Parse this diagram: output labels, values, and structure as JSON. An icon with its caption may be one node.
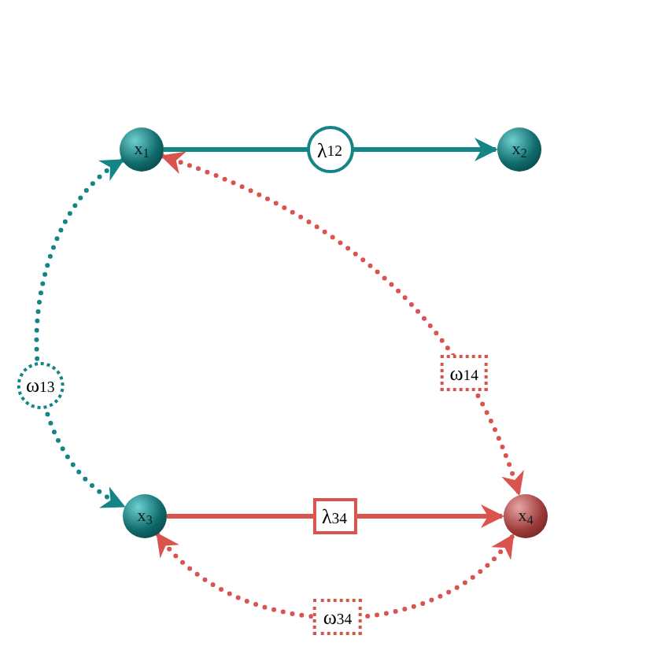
{
  "diagram": {
    "nodes": [
      {
        "text": [
          "x$_{1}$"
        ]
      },
      {
        "text": [
          "x$_{2}$"
        ]
      },
      {
        "text": [
          "x$_{3}$"
        ]
      },
      {
        "text": [
          "x$_{4}$"
        ]
      }
    ],
    "edges": [
      {
        "from": 0,
        "to": 1,
        "arrow": "to",
        "label": "λ$_{12}$",
        "color": "#138586"
      },
      {
        "from": 0,
        "to": 2,
        "arrow": "both",
        "label": "ω$_{13}$",
        "style": "dashed",
        "color": "#138586"
      },
      {
        "from": 0,
        "to": 3,
        "arrow": "both",
        "label": "ω$_{14}$",
        "style": "dashed",
        "color": "#d9534f"
      },
      {
        "from": 2,
        "to": 3,
        "arrow": "to",
        "label": "λ$_{34}$",
        "color": "#d9534f"
      },
      {
        "from": 2,
        "to": 3,
        "arrow": "both",
        "label": "ω$_{34}$",
        "style": "dashed",
        "color": "#d9534f"
      }
    ]
  }
}
